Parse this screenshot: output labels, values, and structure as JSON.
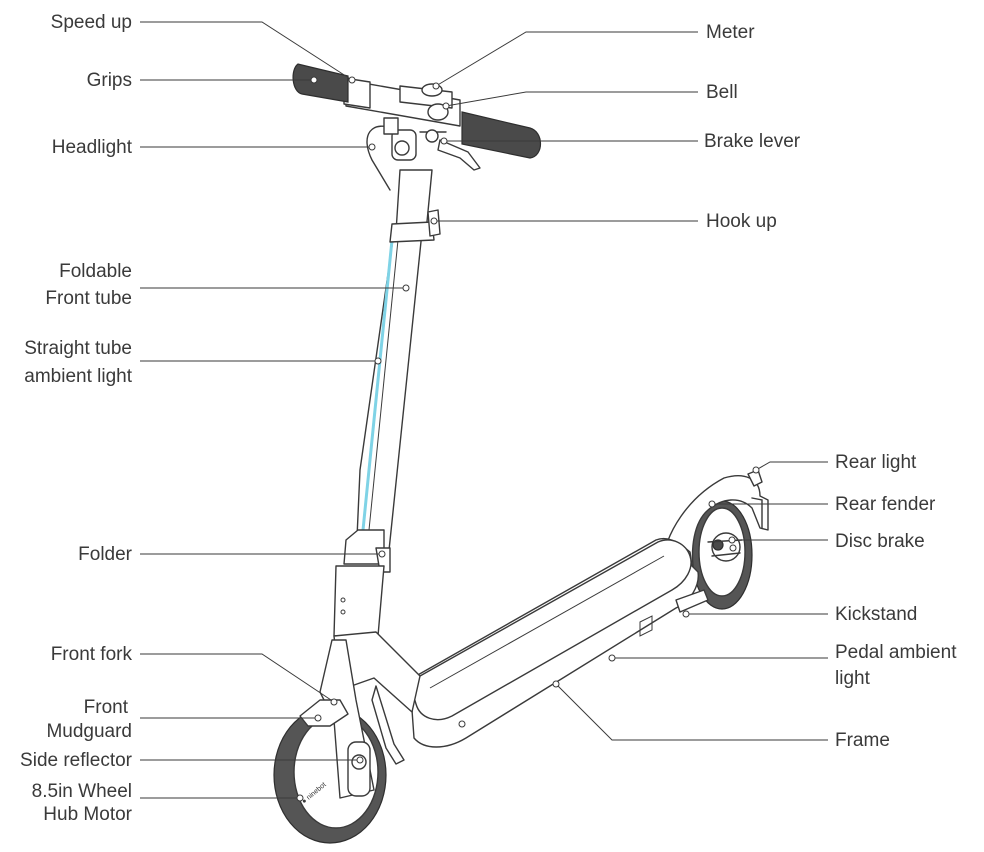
{
  "colors": {
    "outline": "#3a3a3a",
    "grip": "#4a4a4a",
    "ambient_light": "#7fd3e6",
    "background": "#ffffff"
  },
  "labels": {
    "speed_up": "Speed up",
    "grips": "Grips",
    "headlight": "Headlight",
    "foldable_front_tube_1": "Foldable",
    "foldable_front_tube_2": "Front tube",
    "straight_tube_light_1": "Straight tube",
    "straight_tube_light_2": "ambient light",
    "folder": "Folder",
    "front_fork": "Front fork",
    "front_mudguard_1": "Front",
    "front_mudguard_2": "Mudguard",
    "side_reflector": "Side reflector",
    "wheel_motor_1": "8.5in Wheel",
    "wheel_motor_2": "Hub Motor",
    "meter": "Meter",
    "bell": "Bell",
    "brake_lever": "Brake lever",
    "hook_up": "Hook up",
    "rear_light": "Rear light",
    "rear_fender": "Rear fender",
    "disc_brake": "Disc brake",
    "kickstand": "Kickstand",
    "pedal_ambient_light_1": "Pedal ambient",
    "pedal_ambient_light_2": "light",
    "frame": "Frame"
  }
}
